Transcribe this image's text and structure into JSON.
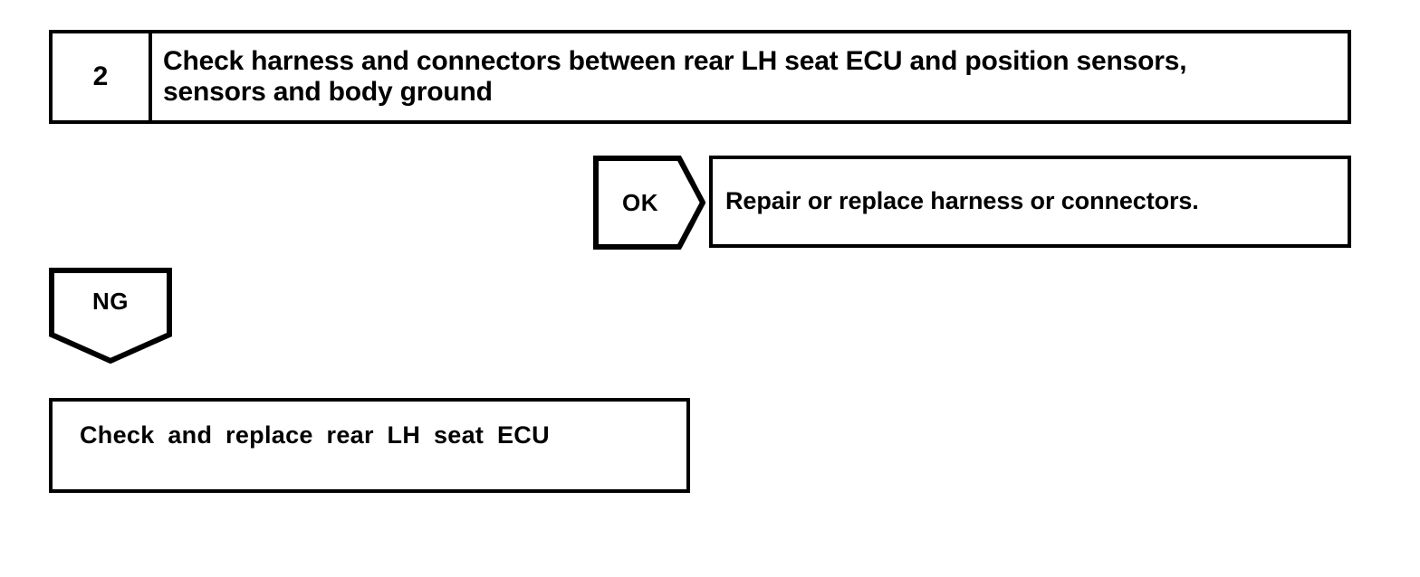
{
  "document": {
    "type": "diagnostic-flowchart",
    "background_color": "#ffffff",
    "line_color": "#000000"
  },
  "step": {
    "number": "2",
    "instruction": "Check harness and connectors between rear LH seat ECU and position sensors,\nsensors and body ground"
  },
  "branches": {
    "ok": {
      "label": "OK",
      "shape": "pentagon-right",
      "result": "Repair or replace harness or connectors."
    },
    "ng": {
      "label": "NG",
      "shape": "pentagon-down",
      "result": "Check and replace rear LH seat ECU"
    }
  }
}
